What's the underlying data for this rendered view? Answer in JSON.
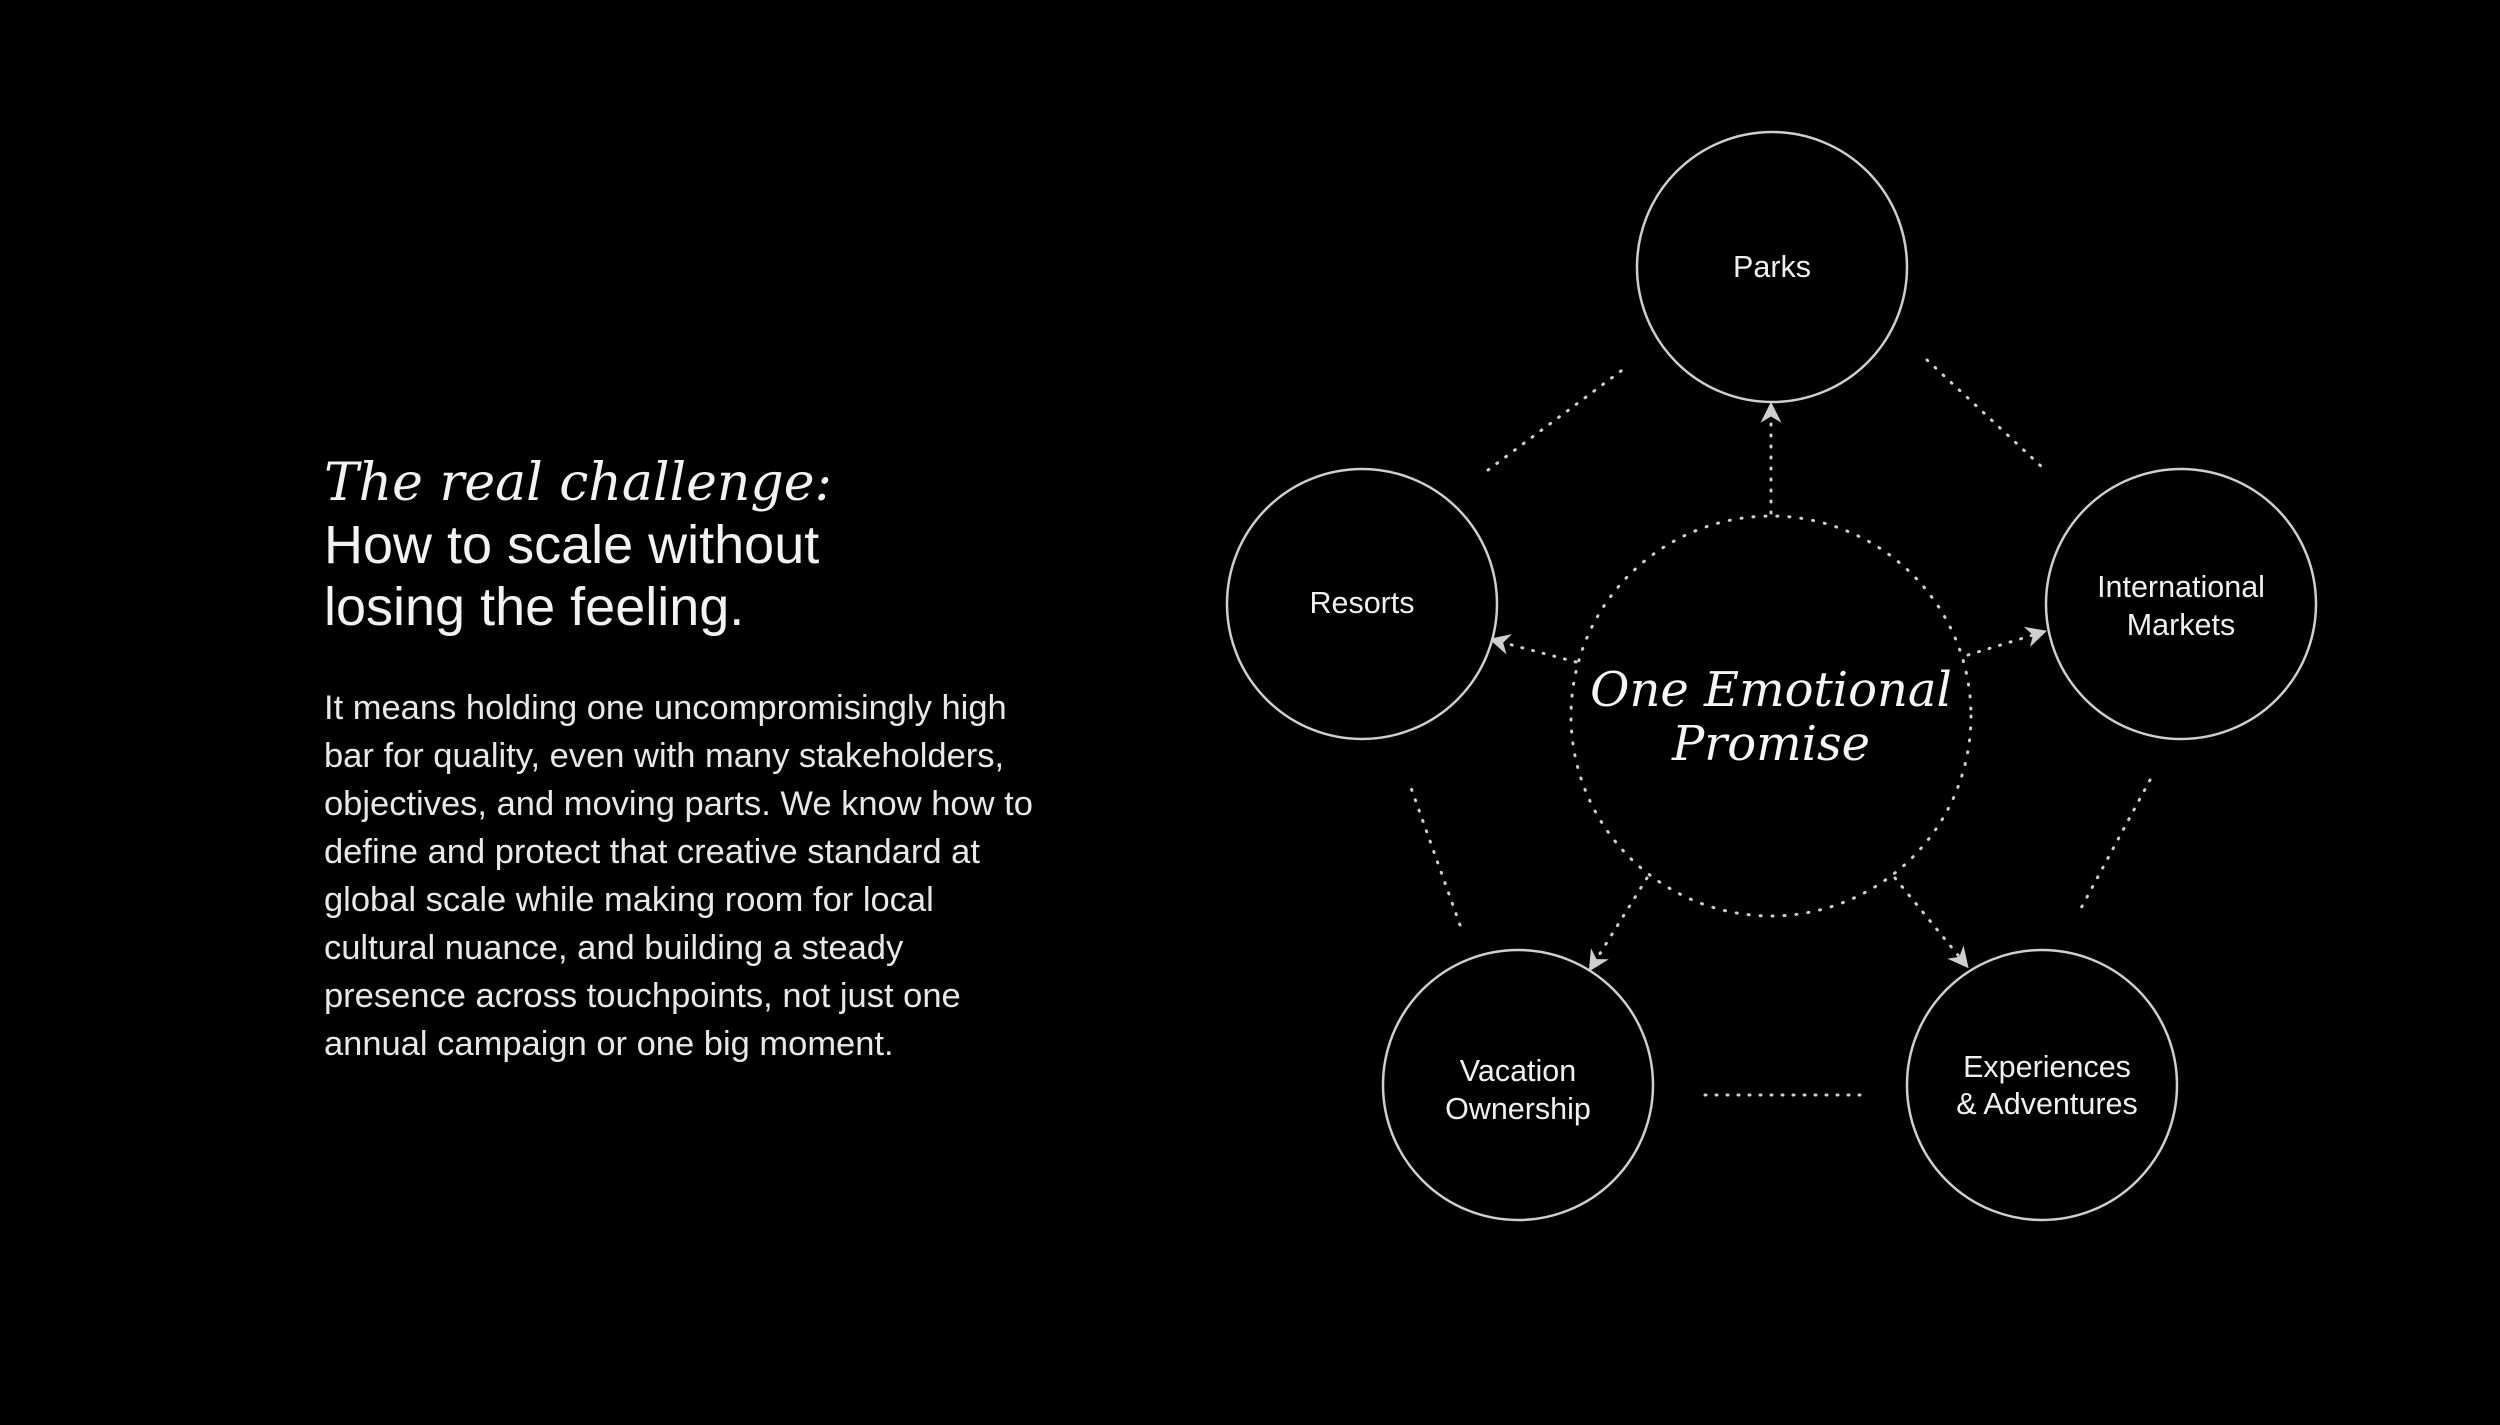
{
  "headline": {
    "italic": "The real challenge:",
    "line1": "How to scale without",
    "line2": "losing the feeling."
  },
  "body": "It means holding one uncompromisingly high bar for quality, even with many stakeholders, objectives, and moving parts. We know how to define and protect that creative standard at global scale while making room for local cultural nuance, and building a steady presence across touchpoints, not just one annual campaign or one big moment.",
  "diagram": {
    "center": {
      "line1": "One Emotional",
      "line2": "Promise"
    },
    "nodes": {
      "parks": {
        "line1": "Parks"
      },
      "international": {
        "line1": "International",
        "line2": "Markets"
      },
      "experiences": {
        "line1": "Experiences",
        "line2": "& Adventures"
      },
      "vacation": {
        "line1": "Vacation",
        "line2": "Ownership"
      },
      "resorts": {
        "line1": "Resorts"
      }
    },
    "colors": {
      "background": "#000000",
      "stroke": "#cfcfcf",
      "text": "#f0f0f0"
    }
  }
}
